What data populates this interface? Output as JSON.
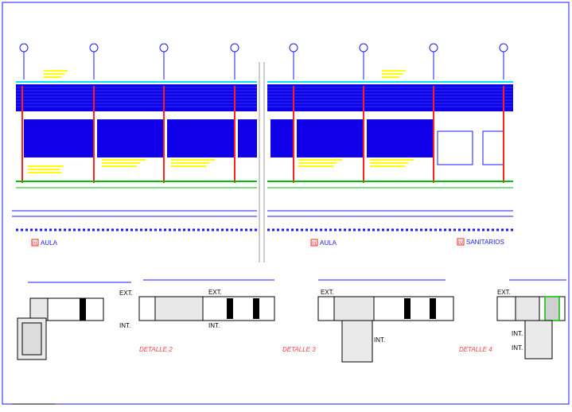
{
  "elevation": {
    "labels": {
      "aula_left": "AULA",
      "aula_right": "AULA",
      "sanitarios": "SANITARIOS",
      "num_left": "01",
      "num_right": "01",
      "num_san": "02"
    }
  },
  "details": {
    "ext": "EXT.",
    "int": "INT.",
    "titles": [
      "DETALLE 1",
      "DETALLE 2",
      "DETALLE 3",
      "DETALLE 4"
    ]
  },
  "colors": {
    "frame": "#1a1aff",
    "wall": "#ff2020",
    "note": "#ffff00",
    "cyan": "#00e0ff",
    "green": "#00c000",
    "fill": "#1000e8"
  }
}
